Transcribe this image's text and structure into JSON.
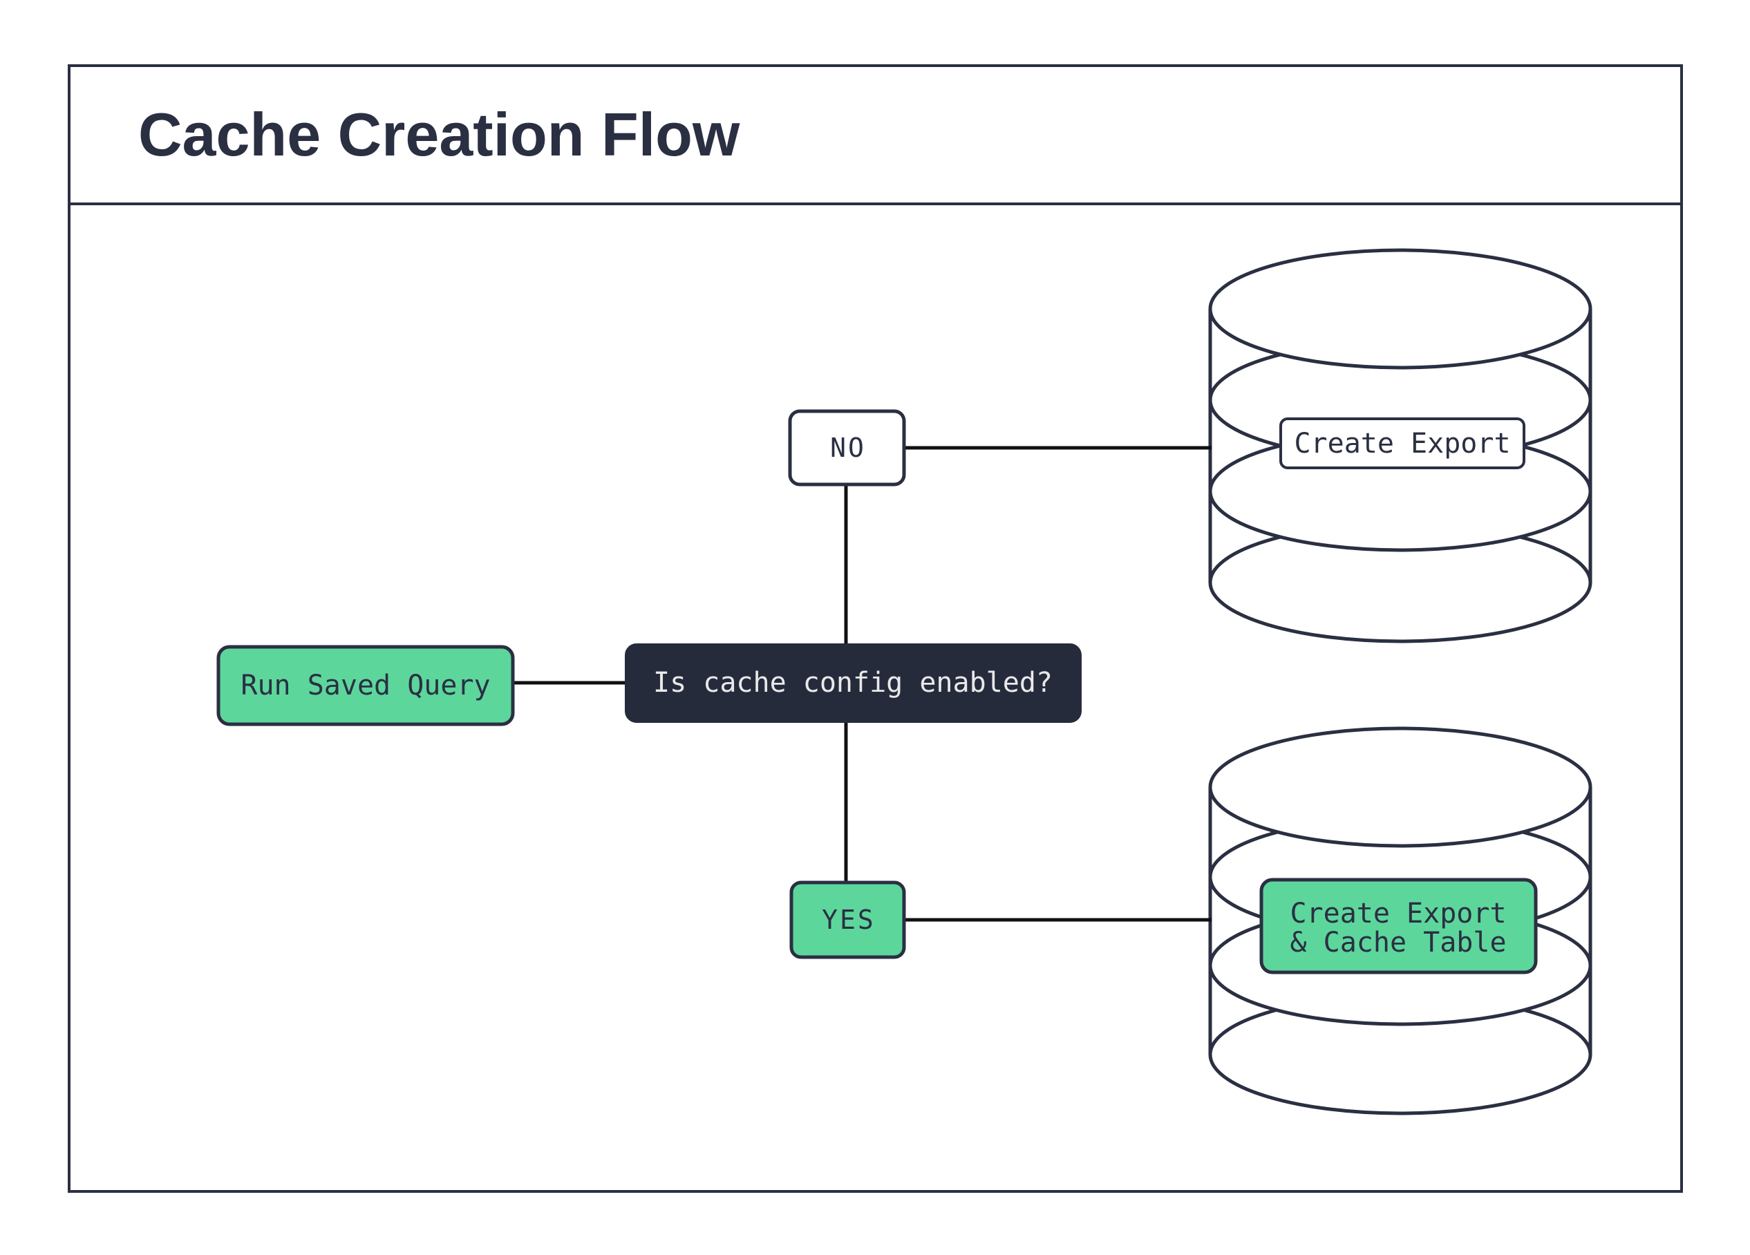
{
  "title": "Cache Creation Flow",
  "colors": {
    "outline_navy": "#2a2f42",
    "node_green": "#5dd69c",
    "decision_background": "#262b3c",
    "decision_text": "#e9e9ea",
    "connector_black": "#101010",
    "background_white": "#ffffff"
  },
  "flowchart": {
    "start": {
      "label": "Run Saved Query"
    },
    "decision": {
      "label": "Is cache config enabled?"
    },
    "branch_no": {
      "label": "NO"
    },
    "branch_yes": {
      "label": "YES"
    },
    "no_result": {
      "label": "Create Export"
    },
    "yes_result": {
      "label_line1": "Create Export",
      "label_line2": "& Cache Table"
    }
  }
}
